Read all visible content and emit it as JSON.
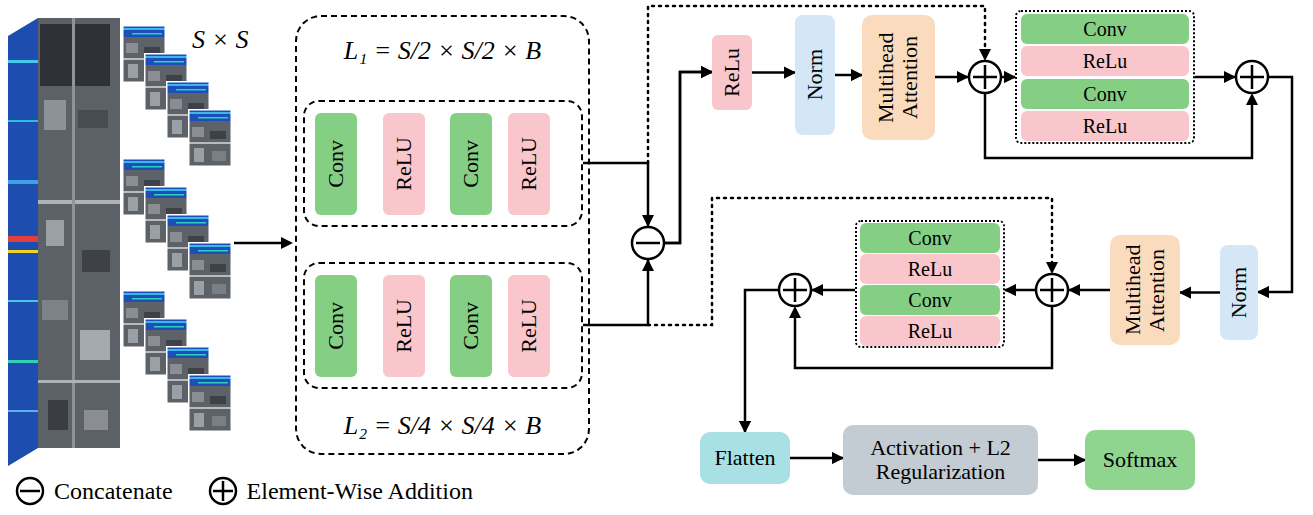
{
  "diagram": {
    "nodes": [
      {
        "text": [
          "L₁ = S/2 × S/2 × B",
          "L₂ = S/4 × S/4 × B"
        ]
      },
      {
        "text": [],
        "in": 0
      },
      {
        "text": [
          "Conv"
        ],
        "in": 1
      },
      {
        "text": [
          "ReLU"
        ],
        "in": 1
      },
      {
        "text": [
          "Conv"
        ],
        "in": 1
      },
      {
        "text": [
          "ReLU"
        ],
        "in": 1
      },
      {
        "text": [],
        "in": 0
      },
      {
        "text": [
          "Conv"
        ],
        "in": 6
      },
      {
        "text": [
          "ReLU"
        ],
        "in": 6
      },
      {
        "text": [
          "Conv"
        ],
        "in": 6
      },
      {
        "text": [
          "ReLU"
        ],
        "in": 6
      },
      {
        "text": [
          "ReLu"
        ]
      },
      {
        "text": [
          "Norm"
        ]
      },
      {
        "text": [
          "Multihead Attention"
        ]
      },
      {
        "text": []
      },
      {
        "text": [
          "Conv"
        ],
        "in": 14
      },
      {
        "text": [
          "ReLu"
        ],
        "in": 14
      },
      {
        "text": [
          "Conv"
        ],
        "in": 14
      },
      {
        "text": [
          "ReLu"
        ],
        "in": 14
      },
      {
        "text": [
          "Norm"
        ]
      },
      {
        "text": [
          "Multihead Attention"
        ]
      },
      {
        "text": []
      },
      {
        "text": [
          "Conv"
        ],
        "in": 21
      },
      {
        "text": [
          "ReLu"
        ],
        "in": 21
      },
      {
        "text": [
          "Conv"
        ],
        "in": 21
      },
      {
        "text": [
          "ReLu"
        ],
        "in": 21
      },
      {
        "text": [
          "Flatten"
        ]
      },
      {
        "text": [
          "Activation + L2 Regularization"
        ]
      },
      {
        "text": [
          "Softmax"
        ]
      }
    ],
    "edges": [
      {
        "from": 1,
        "to": 11,
        "arrow": "to"
      },
      {
        "from": 6,
        "to": 11,
        "arrow": "to"
      },
      {
        "from": 11,
        "to": 12,
        "arrow": "to"
      },
      {
        "from": 12,
        "to": 13,
        "arrow": "to"
      },
      {
        "from": 13,
        "to": 14,
        "arrow": "to"
      },
      {
        "from": 14,
        "to": 19,
        "arrow": "to"
      },
      {
        "from": 19,
        "to": 20,
        "arrow": "to"
      },
      {
        "from": 20,
        "to": 21,
        "arrow": "to"
      },
      {
        "from": 21,
        "to": 26,
        "arrow": "to"
      },
      {
        "from": 26,
        "to": 27,
        "arrow": "to"
      },
      {
        "from": 27,
        "to": 28,
        "arrow": "to"
      }
    ],
    "labels": [
      "S × S"
    ],
    "legend": [
      {
        "text": "Concatenate"
      },
      {
        "text": "Element-Wise Addition"
      }
    ]
  }
}
